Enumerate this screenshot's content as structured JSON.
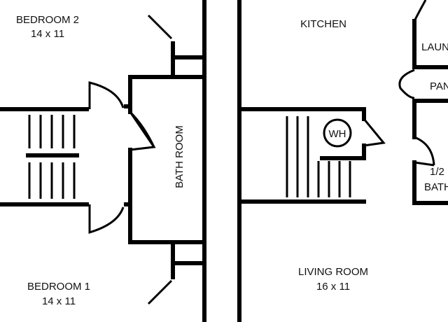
{
  "rooms": {
    "bedroom2": {
      "name": "BEDROOM 2",
      "size": "14 x 11"
    },
    "kitchen": {
      "name": "KITCHEN"
    },
    "laundry": {
      "name": "LAUN"
    },
    "pantry": {
      "name": "PAN"
    },
    "half_bath": {
      "line1": "1/2",
      "line2": "BATH"
    },
    "bath_room": {
      "name": "BATH ROOM"
    },
    "water_heater": {
      "label": "WH"
    },
    "bedroom1": {
      "name": "BEDROOM 1",
      "size": "14 x 11"
    },
    "living_room": {
      "name": "LIVING ROOM",
      "size": "16 x 11"
    }
  },
  "colors": {
    "wall": "#000000",
    "background": "#ffffff"
  }
}
